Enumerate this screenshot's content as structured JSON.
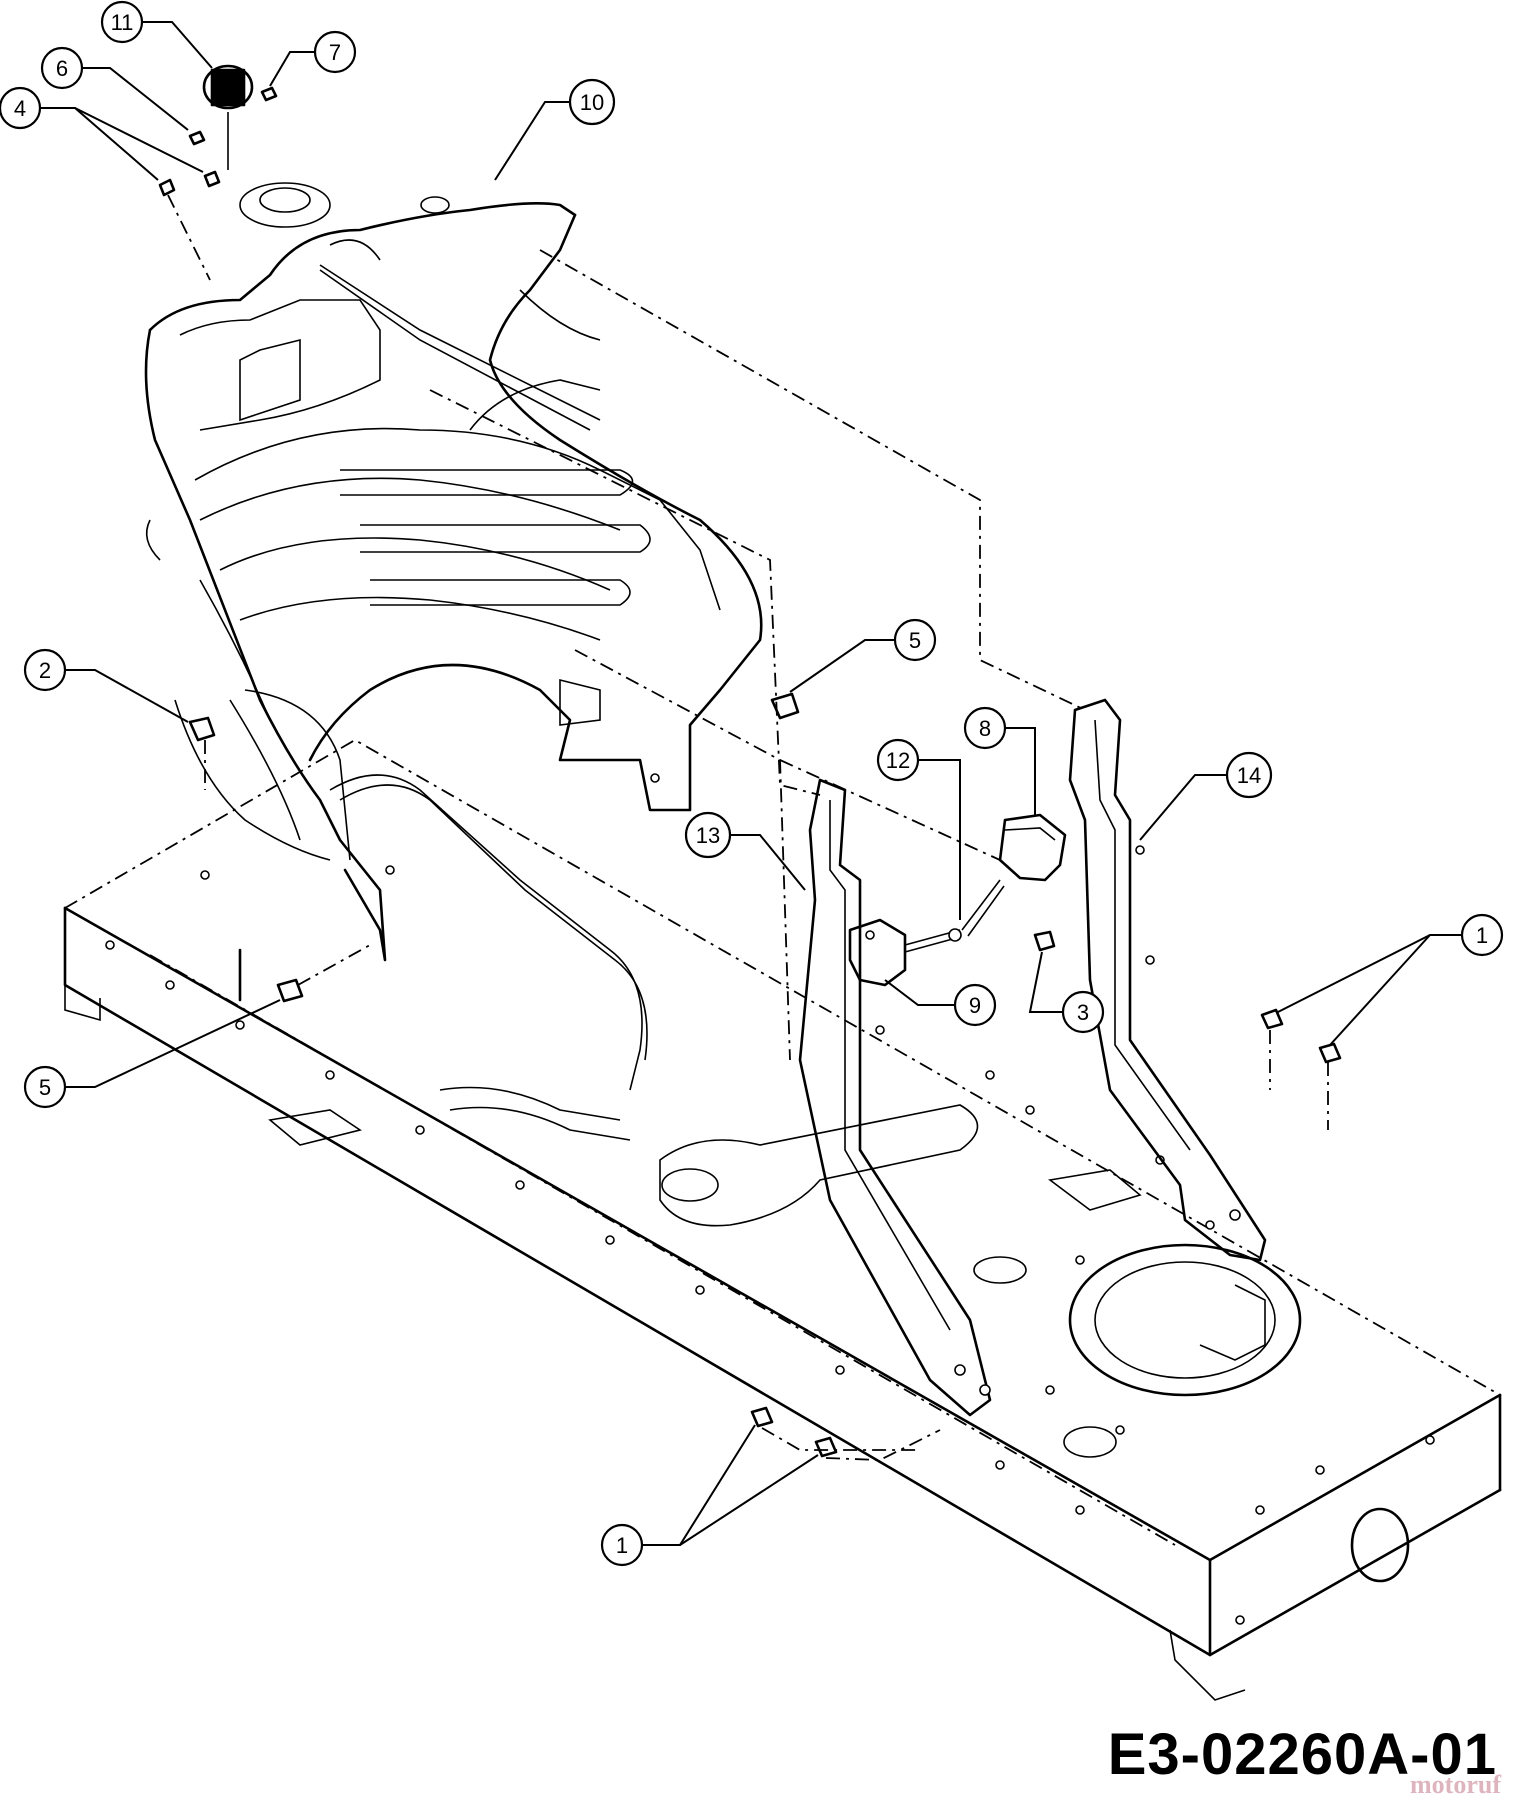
{
  "diagram": {
    "drawing_code": "E3-02260A-01",
    "watermark": "motoruf",
    "callouts": [
      {
        "id": "c11",
        "label": "11"
      },
      {
        "id": "c6",
        "label": "6"
      },
      {
        "id": "c7",
        "label": "7"
      },
      {
        "id": "c4",
        "label": "4"
      },
      {
        "id": "c10",
        "label": "10"
      },
      {
        "id": "c5a",
        "label": "5"
      },
      {
        "id": "c2",
        "label": "2"
      },
      {
        "id": "c8",
        "label": "8"
      },
      {
        "id": "c12",
        "label": "12"
      },
      {
        "id": "c14",
        "label": "14"
      },
      {
        "id": "c13",
        "label": "13"
      },
      {
        "id": "c1a",
        "label": "1"
      },
      {
        "id": "c9",
        "label": "9"
      },
      {
        "id": "c3",
        "label": "3"
      },
      {
        "id": "c5b",
        "label": "5"
      },
      {
        "id": "c1b",
        "label": "1"
      }
    ]
  }
}
